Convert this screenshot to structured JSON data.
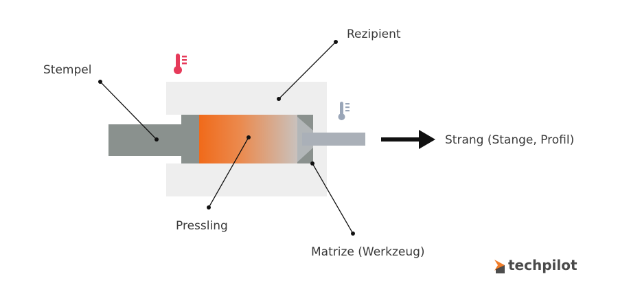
{
  "labels": {
    "rezipient": "Rezipient",
    "stempel": "Stempel",
    "pressling": "Pressling",
    "matrize": "Matrize (Werkzeug)",
    "strang": "Strang (Stange, Profil)"
  },
  "icons": {
    "hot": "thermometer-icon",
    "cool": "thermometer-icon"
  },
  "brand": {
    "name": "techpilot"
  },
  "colors": {
    "container": "#eeeeee",
    "ram": "#8a918e",
    "billet_hot": "#f06a1a",
    "billet_cool": "#c2c4c4",
    "extrusion": "#aab0b8",
    "thermo_hot": "#e63a5a",
    "thermo_cool": "#9aa6b8",
    "arrow": "#111111",
    "brand_accent": "#f07d2a"
  }
}
